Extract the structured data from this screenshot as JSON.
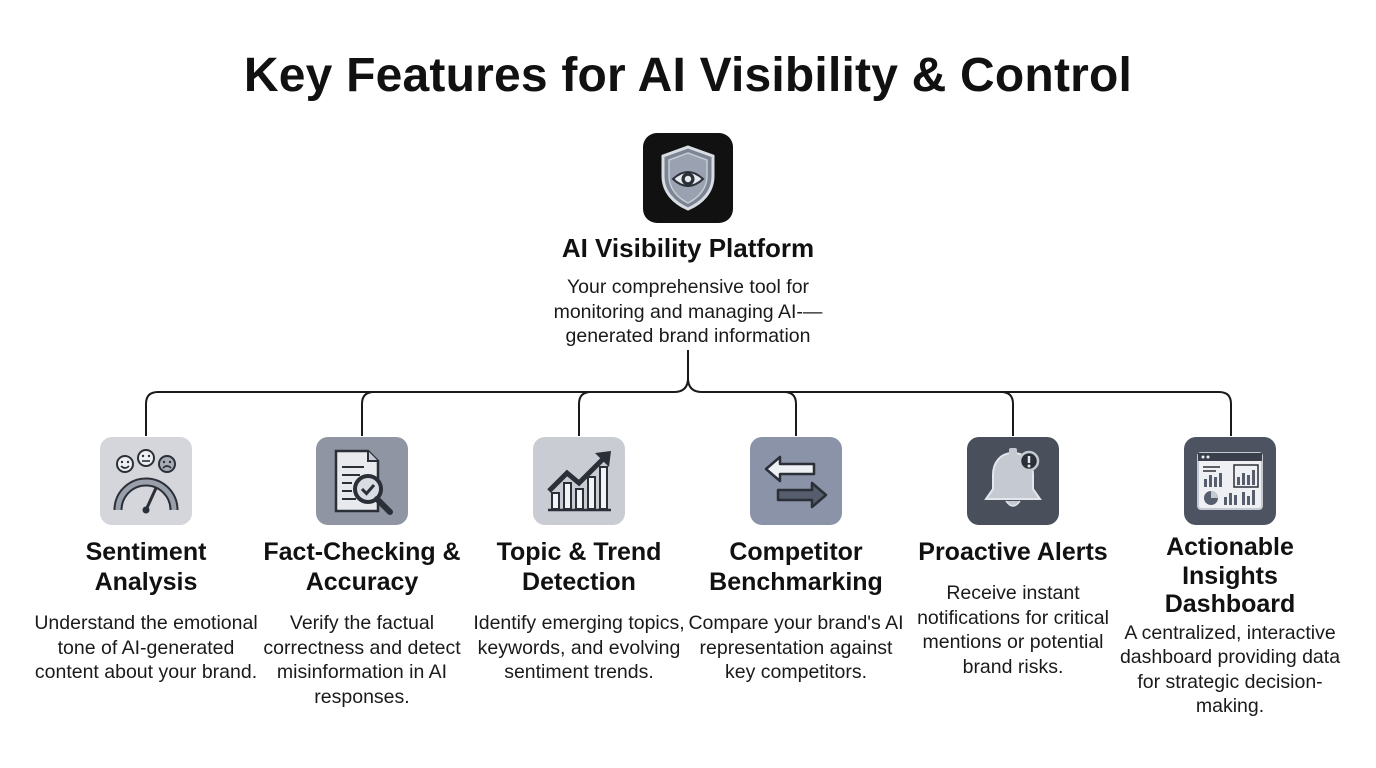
{
  "title": "Key Features for AI Visibility & Control",
  "root": {
    "icon": "shield-eye-icon",
    "title": "AI Visibility Platform",
    "description": "Your comprehensive tool for monitoring and managing AI-—generated brand information"
  },
  "features": [
    {
      "icon": "sentiment-gauge-icon",
      "title": "Sentiment Analysis",
      "description": "Understand the emotional tone of AI-generated content about your brand."
    },
    {
      "icon": "document-magnifier-icon",
      "title": "Fact-Checking & Accuracy",
      "description": "Verify the factual correctness and detect misinformation in AI responses."
    },
    {
      "icon": "trend-chart-icon",
      "title": "Topic & Trend Detection",
      "description": "Identify emerging topics, keywords, and evolving sentiment trends."
    },
    {
      "icon": "compare-arrows-icon",
      "title": "Competitor Benchmarking",
      "description": "Compare your brand's AI representation against key competitors."
    },
    {
      "icon": "alert-bell-icon",
      "title": "Proactive Alerts",
      "description": "Receive instant notifications for critical mentions or potential brand risks."
    },
    {
      "icon": "dashboard-icon",
      "title": "Actionable Insights Dashboard",
      "description": "A centralized, interactive dashboard providing data for strategic decision-making."
    }
  ],
  "colors": {
    "text": "#111111",
    "connector": "#1a1a1a",
    "root_icon_bg": "#111111",
    "icon_backgrounds": [
      "#d4d6db",
      "#8f95a3",
      "#c9ccd2",
      "#8a93a8",
      "#4a4f5c",
      "#4e5361"
    ]
  }
}
